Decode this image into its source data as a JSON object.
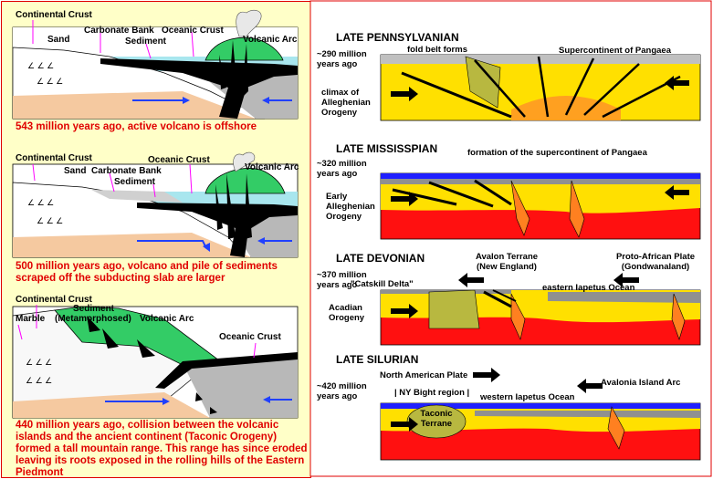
{
  "left": {
    "panel1": {
      "labels": {
        "continental_crust": "Continental Crust",
        "sand": "Sand",
        "carbonate_bank": "Carbonate Bank",
        "sediment": "Sediment",
        "oceanic_crust": "Oceanic Crust",
        "volcanic_arc": "Volcanic Arc"
      },
      "caption": "543 million years ago, active volcano is offshore"
    },
    "panel2": {
      "labels": {
        "continental_crust": "Continental Crust",
        "sand": "Sand",
        "carbonate_bank": "Carbonate Bank",
        "sediment": "Sediment",
        "oceanic_crust": "Oceanic Crust",
        "volcanic_arc": "Volcanic Arc"
      },
      "caption": "500 million years ago, volcano and pile of sediments scraped off the subducting slab are larger"
    },
    "panel3": {
      "labels": {
        "continental_crust": "Continental Crust",
        "marble": "Marble",
        "sediment": "Sediment",
        "metamorphosed": "(Metamorphosed)",
        "volcanic_arc": "Volcanic Arc",
        "oceanic_crust": "Oceanic Crust"
      },
      "caption": "440 million years ago, collision between the volcanic islands and the ancient continent (Taconic Orogeny) formed a tall mountain range.  This range has since eroded leaving its roots exposed in the rolling hills of the Eastern Piedmont"
    }
  },
  "right": {
    "pennsylvanian": {
      "title": "LATE PENNSYLVANIAN",
      "age": "~290 million years ago",
      "event": "climax of Alleghenian Orogeny",
      "label_a": "fold belt forms",
      "label_b": "Supercontinent of Pangaea"
    },
    "mississippian": {
      "title": "LATE MISSISSPIAN",
      "age": "~320 million years ago",
      "event": "Early Alleghenian Orogeny",
      "label_a": "formation of  the supercontinent of Pangaea"
    },
    "devonian": {
      "title": "LATE DEVONIAN",
      "age": "~370 million years ago",
      "event": "Acadian Orogeny",
      "label_a": "Avalon Terrane (New England)",
      "label_b": "Proto-African Plate (Gondwanaland)",
      "label_c": "\"Catskill Delta\"",
      "label_d": "eastern Iapetus Ocean"
    },
    "silurian": {
      "title": "LATE SILURIAN",
      "age": "~420 million years ago",
      "label_a": "North American Plate",
      "label_b": "Avalonia Island Arc",
      "label_c": "| NY Bight region |",
      "label_d": "western Iapetus Ocean",
      "label_e": "Taconic Terrane"
    }
  },
  "colors": {
    "border": "#e00000",
    "left_bg": "#ffffc8",
    "caption": "#e00000",
    "ocean": "#a0e0e8",
    "arc_green": "#33cc66",
    "yellow": "#ffe000",
    "red": "#ff1010",
    "deep_blue": "#2020ff",
    "arrow_blue": "#2040ff"
  }
}
